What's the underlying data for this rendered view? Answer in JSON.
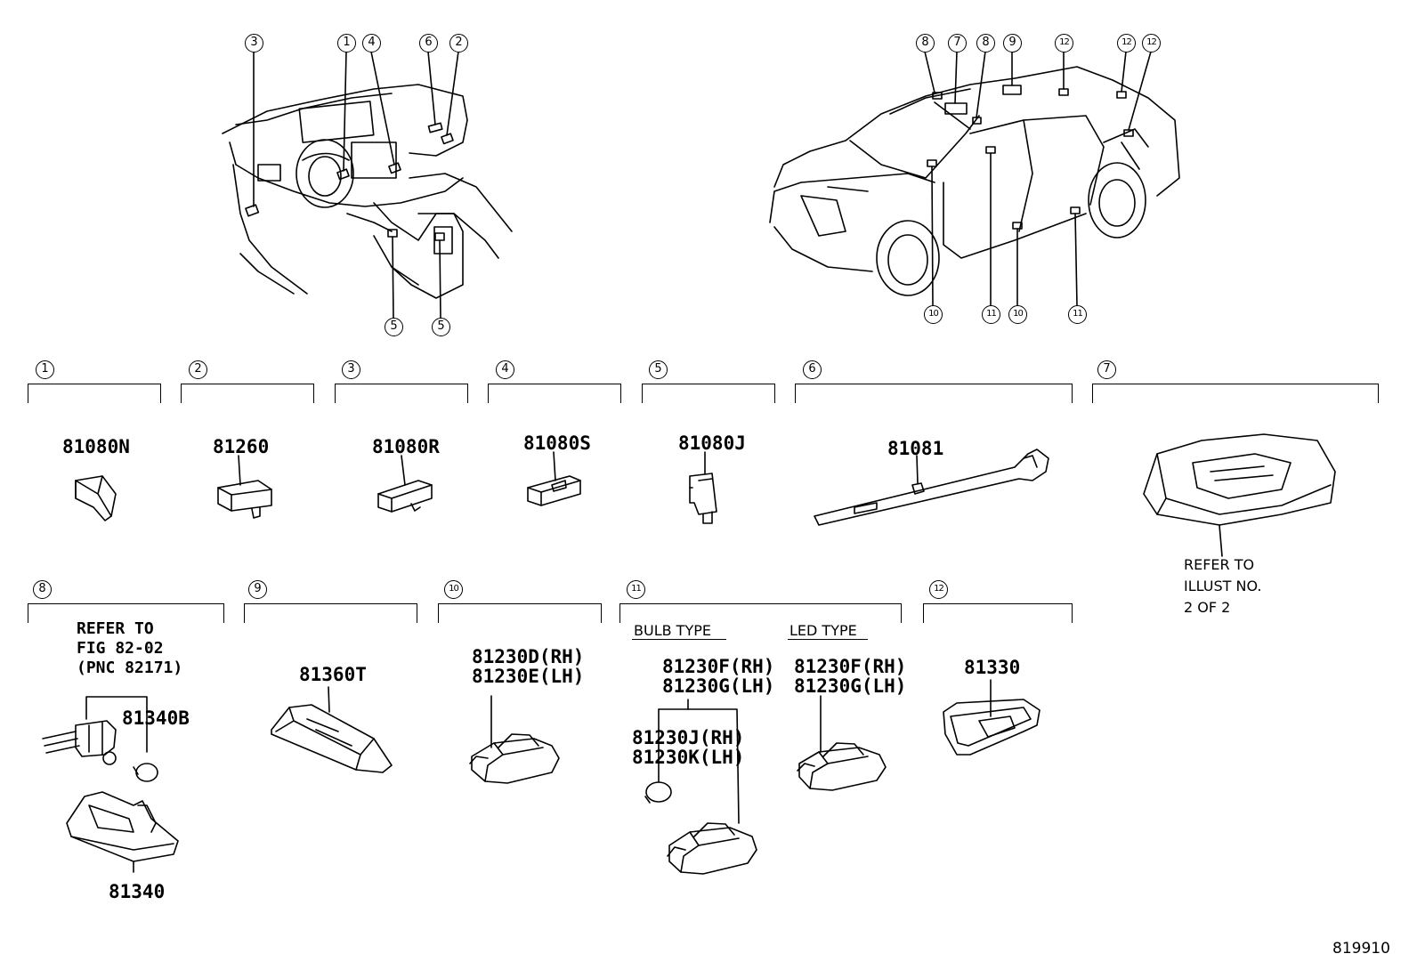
{
  "figure_id": "819910",
  "callouts": {
    "dash": [
      "3",
      "1",
      "4",
      "6",
      "2",
      "5",
      "5"
    ],
    "car_top": [
      "8",
      "7",
      "8",
      "9",
      "12",
      "12",
      "12"
    ],
    "car_bottom": [
      "10",
      "11",
      "10",
      "11"
    ]
  },
  "groups": [
    {
      "num": "1",
      "part": "81080N"
    },
    {
      "num": "2",
      "part": "81260"
    },
    {
      "num": "3",
      "part": "81080R"
    },
    {
      "num": "4",
      "part": "81080S"
    },
    {
      "num": "5",
      "part": "81080J"
    },
    {
      "num": "6",
      "part": "81081"
    },
    {
      "num": "7",
      "note_lines": [
        "REFER TO",
        "ILLUST NO.",
        "2 OF 2"
      ]
    },
    {
      "num": "8",
      "note_lines": [
        "REFER TO",
        "FIG 82-02",
        "(PNC 82171)"
      ],
      "parts": [
        "81340B",
        "81340"
      ]
    },
    {
      "num": "9",
      "part": "81360T"
    },
    {
      "num": "10",
      "parts": [
        "81230D(RH)",
        "81230E(LH)"
      ]
    },
    {
      "num": "11",
      "bulb_type": {
        "label": "BULB TYPE",
        "parts": [
          "81230F(RH)",
          "81230G(LH)",
          "81230J(RH)",
          "81230K(LH)"
        ]
      },
      "led_type": {
        "label": "LED TYPE",
        "parts": [
          "81230F(RH)",
          "81230G(LH)"
        ]
      }
    },
    {
      "num": "12",
      "part": "81330"
    }
  ]
}
